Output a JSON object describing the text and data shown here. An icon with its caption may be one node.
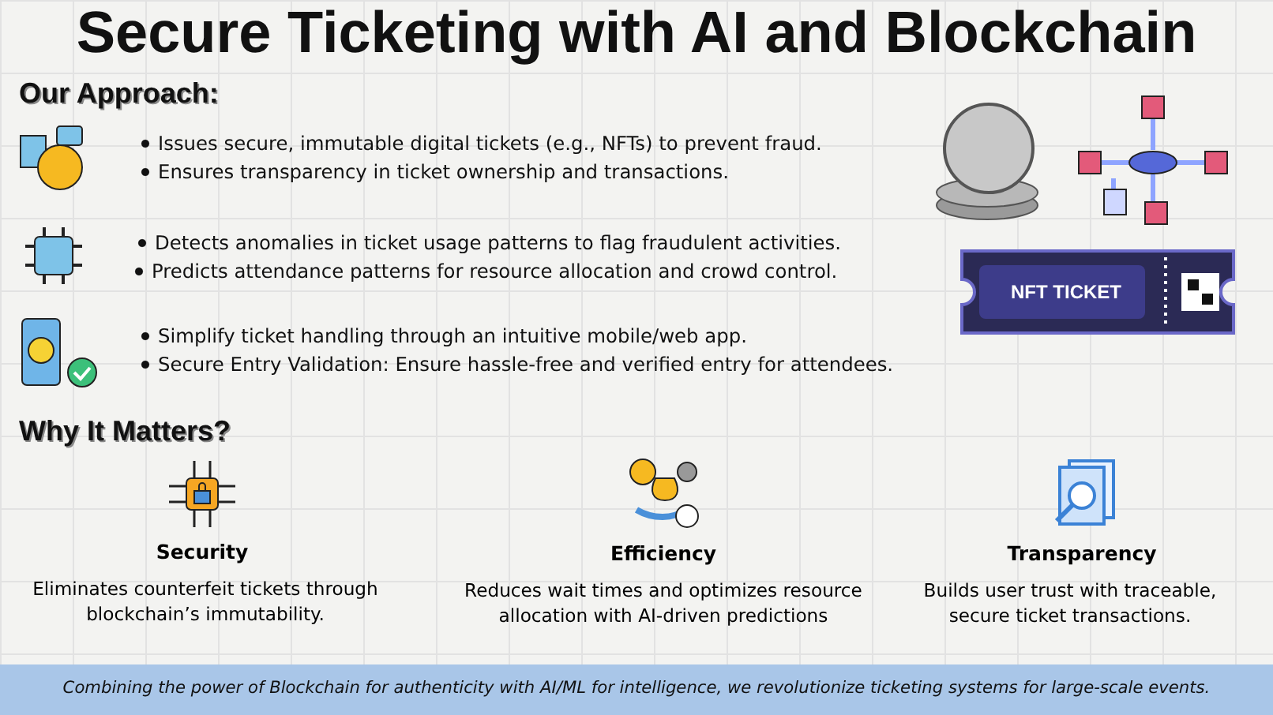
{
  "diagram": {
    "title": "Secure Ticketing with AI and Blockchain",
    "caption": "Combining the power of Blockchain for authenticity with AI/ML for intelligence, we revolutionize ticketing systems for large-scale events.",
    "labels": [
      "Our Approach:",
      "Issues secure, immutable digital tickets (e.g., NFTs) to prevent fraud.",
      "Ensures transparency in ticket ownership and transactions.",
      "Detects anomalies in ticket usage patterns to flag fraudulent activities.",
      "Predicts attendance patterns for resource allocation and crowd control.",
      "NFT TICKET",
      "Simplify ticket handling through an intuitive mobile/web app.",
      "Secure Entry Validation: Ensure hassle-free and verified entry for attendees.",
      "Why It Matters?",
      "Security",
      "Eliminates counterfeit tickets through blockchain’s immutability.",
      "Efficiency",
      "Reduces wait times and optimizes resource allocation with AI-driven predictions",
      "Transparency",
      "Builds user trust with traceable, secure ticket transactions."
    ]
  }
}
